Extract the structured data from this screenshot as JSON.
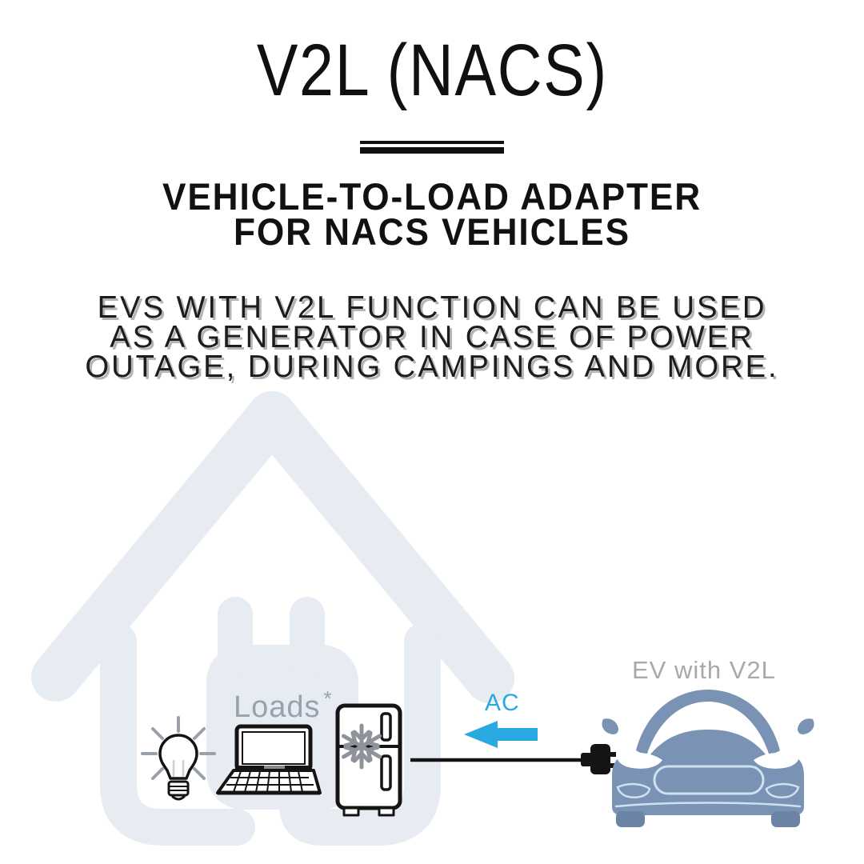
{
  "header": {
    "title": "V2L (NACS)",
    "subtitle": [
      "VEHICLE-TO-LOAD ADAPTER",
      "FOR NACS VEHICLES"
    ],
    "description": [
      "EVS WITH V2L FUNCTION CAN BE USED",
      "AS A GENERATOR IN CASE OF POWER",
      "OUTAGE, DURING CAMPINGS AND MORE."
    ]
  },
  "diagram": {
    "loads_label": "Loads",
    "loads_footnote_marker": "*",
    "ac_label": "AC",
    "ev_label": "EV with V2L",
    "colors": {
      "silhouette": "#E7EBF2",
      "accent_blue": "#29A9E1",
      "car_blue": "#7A93B4",
      "car_blue_dark": "#6B84A6",
      "car_line": "#CFE0F0",
      "label_gray": "#98A1AE",
      "ev_label_gray": "#A9A9A9",
      "snowflake_gray": "#8D929B",
      "ink": "#141414"
    }
  }
}
